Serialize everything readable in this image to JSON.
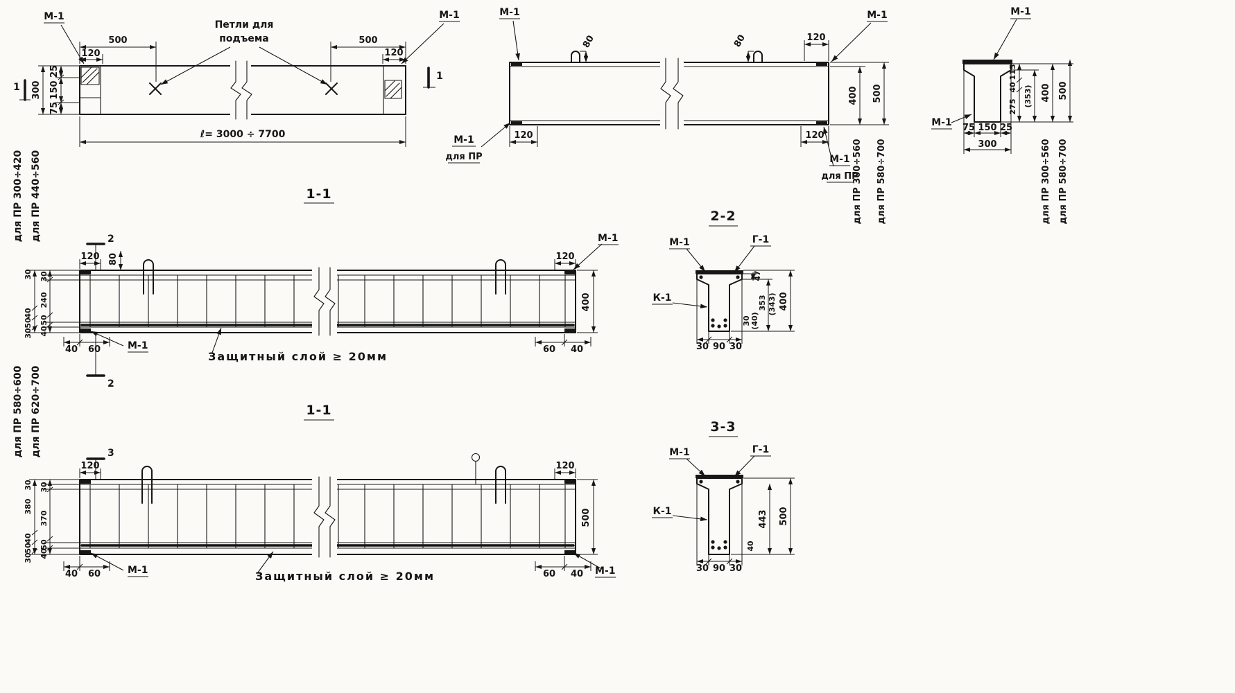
{
  "sheet": {
    "background": "#fbfaf7",
    "ink": "#161616"
  },
  "plan": {
    "m1_left": "М-1",
    "m1_right": "М-1",
    "loops_note_1": "Петли для",
    "loops_note_2": "подъема",
    "dim_500_left": "500",
    "dim_120_left": "120",
    "dim_500_right": "500",
    "dim_120_right": "120",
    "dim_total_length": "ℓ= 3000 ÷ 7700",
    "dim_25": "25",
    "dim_150": "150",
    "dim_75": "75",
    "dim_300": "300",
    "cut_mark_left": "1",
    "cut_mark_right": "1"
  },
  "elevation": {
    "m1_top_left": "М-1",
    "m1_top_right": "М-1",
    "m1_bottom_left": "М-1",
    "m1_bottom_left_sub": "для ПР",
    "m1_bottom_right": "М-1",
    "m1_bottom_right_sub": "для ПР",
    "dim_80_left": "80",
    "dim_80_right": "80",
    "dim_120_top_right": "120",
    "dim_120_bottom_left": "120",
    "dim_120_bottom_right": "120",
    "dim_400": "400",
    "dim_500": "500",
    "range_400": "для ПР 300÷560",
    "range_500": "для ПР 580÷700"
  },
  "end_section": {
    "m1_top": "М-1",
    "m1_left": "М-1",
    "dim_115": "115",
    "dim_40": "40",
    "dim_275": "275",
    "dim_353": "(353)",
    "dim_400": "400",
    "dim_500": "500",
    "dim_75": "75",
    "dim_150": "150",
    "dim_25": "25",
    "dim_300": "300",
    "range_400": "для ПР 300÷560",
    "range_500": "для ПР 580÷700"
  },
  "section_1_top": {
    "title": "1-1",
    "range_a": "для ПР 300÷420",
    "range_b": "для ПР 440÷560",
    "cut_top": "2",
    "cut_bottom": "2",
    "dim_120_left": "120",
    "dim_80": "80",
    "dim_120_right": "120",
    "outer_dims": [
      "30",
      "40",
      "50",
      "30"
    ],
    "inner_dims": [
      "30",
      "240",
      "50",
      "40"
    ],
    "dim_40_bl": "40",
    "dim_60_bl": "60",
    "m1_bottom_left": "М-1",
    "m1_top_right": "М-1",
    "dim_400": "400",
    "dim_60_br": "60",
    "dim_40_br": "40",
    "cover_note": "Защитный слой ≥ 20мм"
  },
  "section_2": {
    "title": "2-2",
    "m1": "М-1",
    "g1": "Г-1",
    "k1": "К-1",
    "dim_47": "47",
    "dim_353": "353",
    "dim_343": "(343)",
    "dim_400": "400",
    "dim_30_cover": "30",
    "dim_40_cover": "(40)",
    "dims_bottom": [
      "30",
      "90",
      "30"
    ]
  },
  "section_1_bottom": {
    "title": "1-1",
    "range_a": "для ПР 580÷600",
    "range_b": "для ПР 620÷700",
    "cut_top": "3",
    "dim_120_left": "120",
    "dim_120_right": "120",
    "outer_dims": [
      "30",
      "380",
      "40",
      "50",
      "30"
    ],
    "inner_dims": [
      "30",
      "370",
      "50",
      "40"
    ],
    "dim_40_bl": "40",
    "dim_60_bl": "60",
    "m1_bottom_left": "М-1",
    "dim_500": "500",
    "dim_60_br": "60",
    "dim_40_br": "40",
    "m1_bottom_right": "М-1",
    "cover_note": "Защитный слой ≥ 20мм"
  },
  "section_3": {
    "title": "3-3",
    "m1": "М-1",
    "g1": "Г-1",
    "k1": "К-1",
    "dim_443": "443",
    "dim_500": "500",
    "dim_40_cover": "40",
    "dims_bottom": [
      "30",
      "90",
      "30"
    ]
  }
}
